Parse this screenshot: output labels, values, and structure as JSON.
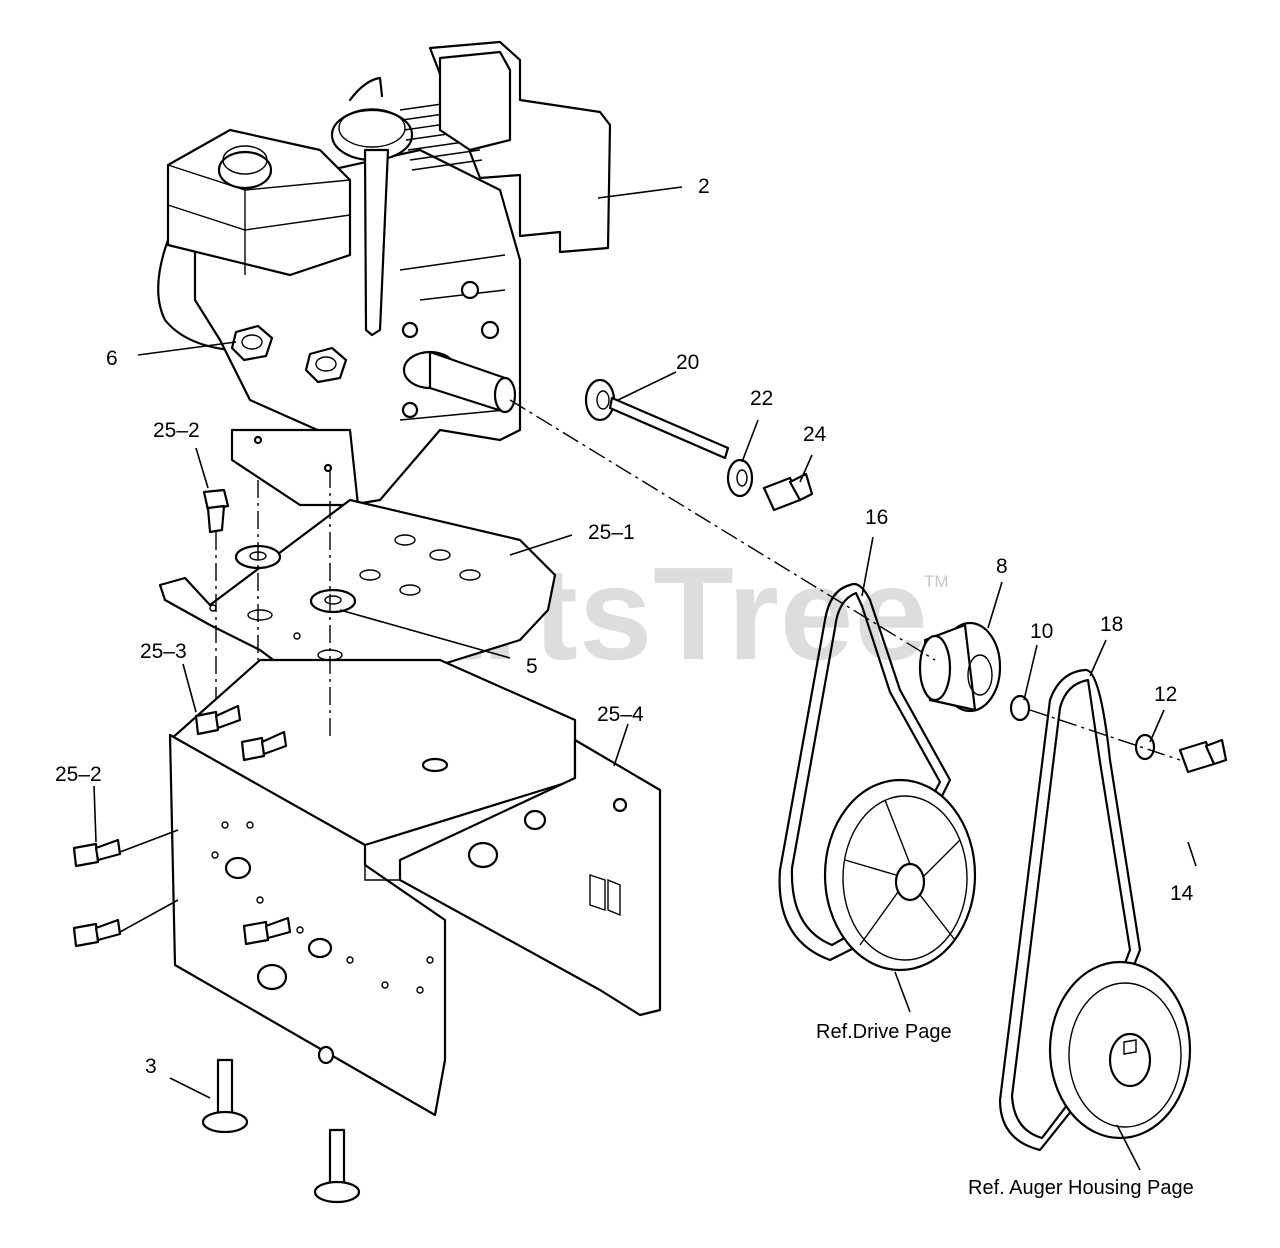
{
  "watermark": {
    "text": "PartsTree",
    "trademark": "TM"
  },
  "labels": {
    "p2": "2",
    "p6": "6",
    "p20": "20",
    "p22": "22",
    "p24": "24",
    "p25_2_top": "25–2",
    "p16": "16",
    "p8": "8",
    "p25_1": "25–1",
    "p10": "10",
    "p18": "18",
    "p5": "5",
    "p25_3": "25–3",
    "p12": "12",
    "p25_4": "25–4",
    "p25_2_bottom": "25–2",
    "p14": "14",
    "p3": "3"
  },
  "refs": {
    "drive": "Ref.Drive Page",
    "auger": "Ref. Auger Housing Page"
  }
}
